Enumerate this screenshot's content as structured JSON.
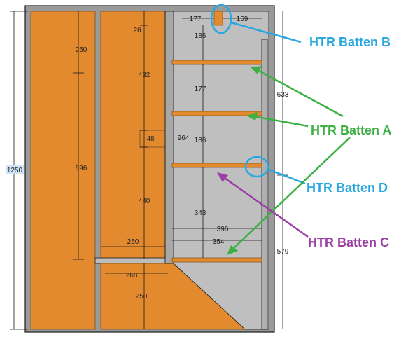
{
  "colors": {
    "panel": "#e38a2f",
    "panel_edge": "#8a5a22",
    "frame": "#9a9a9a",
    "cavity": "#bfbfbf",
    "line": "#1a1a1a",
    "callout_blue": "#29a8e0",
    "callout_green": "#3cb043",
    "callout_purple": "#9b3fa6",
    "overall_label_bg": "#cfe3f5"
  },
  "callouts": {
    "batten_b": "HTR Batten B",
    "batten_a": "HTR Batten A",
    "batten_d": "HTR Batten D",
    "batten_c": "HTR Batten C"
  },
  "dimensions": {
    "overall_height": "1250",
    "left_top": "250",
    "left_mid": "696",
    "center_top_gap": "26",
    "center_upper": "432",
    "center_block": "48",
    "center_lower": "440",
    "center_width": "250",
    "overall_964": "964",
    "top_left_width": "177",
    "top_right_width": "159",
    "shelf1_height": "186",
    "shelf2_height": "177",
    "shelf3_height": "186",
    "lower_cavity": "343",
    "width_396": "396",
    "width_354": "354",
    "right_upper": "633",
    "right_lower": "579",
    "bottom_width": "268",
    "bottom_height": "250"
  }
}
